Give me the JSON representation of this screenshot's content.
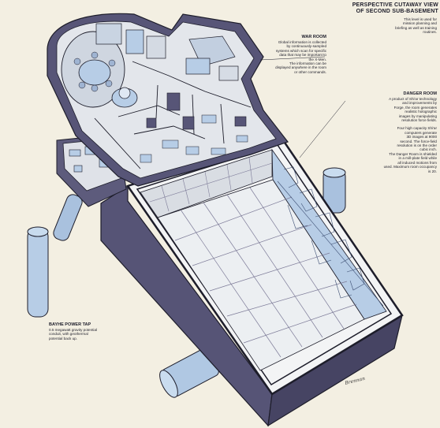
{
  "header": {
    "line1": "PERSPECTIVE CUTAWAY VIEW",
    "line2": "OF SECOND SUB-BASEMENT",
    "intro": [
      "This level is used for",
      "mission planning and",
      "briefing as well as training",
      "routines."
    ]
  },
  "war_room": {
    "title": "WAR ROOM",
    "lines": [
      "Global information is collected",
      "by continuously-sampled",
      "systems which scan for specific",
      "data that may be important to",
      "the X-Men.",
      "The information can be",
      "displayed anywhere in the room",
      "or other commands."
    ]
  },
  "danger_room": {
    "title": "DANGER ROOM",
    "lines": [
      "A product of Shi'ar technology",
      "and improvements by",
      "Forge, the room generates",
      "realistic holographic",
      "images by manipulating",
      "resolution force fields.",
      "",
      "Four high capacity Shi'ar",
      "computers generate",
      "3D images at 9000",
      "second. The force-field",
      "resolution is on the order",
      "cubic inch.",
      "The Danger Room is shielded",
      "in a mill-plate field while",
      "all induced motions from",
      "used. Maximum room occupancy",
      "is 20."
    ]
  },
  "power_tap": {
    "title": "BAYHE POWER TAP",
    "lines": [
      "0.5 megawatt gravity potential",
      "conduit, with geothermal",
      "potential back up."
    ]
  },
  "signature": "Brennan",
  "colors": {
    "paper": "#f3efe2",
    "wall_dark": "#565476",
    "wall_mid": "#6e6c8d",
    "floor_light": "#e9ecef",
    "blue_panel": "#b7cde6",
    "ink": "#1d1d2a"
  }
}
